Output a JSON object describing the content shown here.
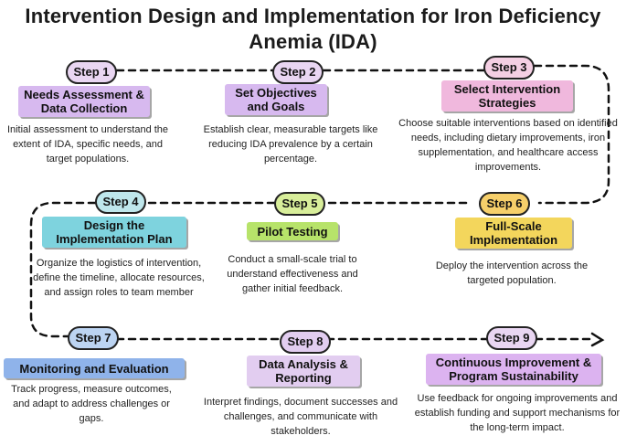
{
  "title": "Intervention Design and Implementation for Iron Deficiency Anemia (IDA)",
  "steps": [
    {
      "label": "Step 1",
      "pill_color": "#e9d6f2",
      "box_color": "#d7b9ef",
      "heading": "Needs Assessment & Data Collection",
      "text": "Initial assessment to understand the extent of IDA, specific needs, and target populations."
    },
    {
      "label": "Step 2",
      "pill_color": "#e9d6f2",
      "box_color": "#d7b9ef",
      "heading": "Set Objectives and Goals",
      "text": "Establish clear, measurable targets like reducing IDA prevalence by a certain percentage."
    },
    {
      "label": "Step 3",
      "pill_color": "#f4cfe3",
      "box_color": "#f0b8dd",
      "heading": "Select Intervention Strategies",
      "text": "Choose suitable interventions based on identified needs, including dietary improvements, iron supplementation, and healthcare access improvements."
    },
    {
      "label": "Step 4",
      "pill_color": "#bfe7ec",
      "box_color": "#7ed3de",
      "heading": "Design the Implementation Plan",
      "text": "Organize the logistics of intervention, define the timeline, allocate resources, and assign roles to team member"
    },
    {
      "label": "Step 5",
      "pill_color": "#d8ee9a",
      "box_color": "#b7e36a",
      "heading": "Pilot Testing",
      "text": "Conduct a small-scale trial to understand effectiveness and gather initial feedback."
    },
    {
      "label": "Step 6",
      "pill_color": "#f6cf6a",
      "box_color": "#f3d65c",
      "heading": "Full-Scale Implementation",
      "text": "Deploy the intervention across the targeted population."
    },
    {
      "label": "Step 7",
      "pill_color": "#bcd4f2",
      "box_color": "#8fb3ea",
      "heading": "Monitoring and Evaluation",
      "text": "Track progress, measure outcomes, and adapt to address challenges or gaps."
    },
    {
      "label": "Step 8",
      "pill_color": "#e2cdf0",
      "box_color": "#e2cdf0",
      "heading": "Data Analysis & Reporting",
      "text": "Interpret findings, document successes and challenges, and communicate with stakeholders."
    },
    {
      "label": "Step 9",
      "pill_color": "#e9d6f2",
      "box_color": "#dcb3f0",
      "heading": "Continuous Improvement & Program Sustainability",
      "text": "Use feedback for ongoing improvements and establish funding and support mechanisms for the long-term impact."
    }
  ]
}
